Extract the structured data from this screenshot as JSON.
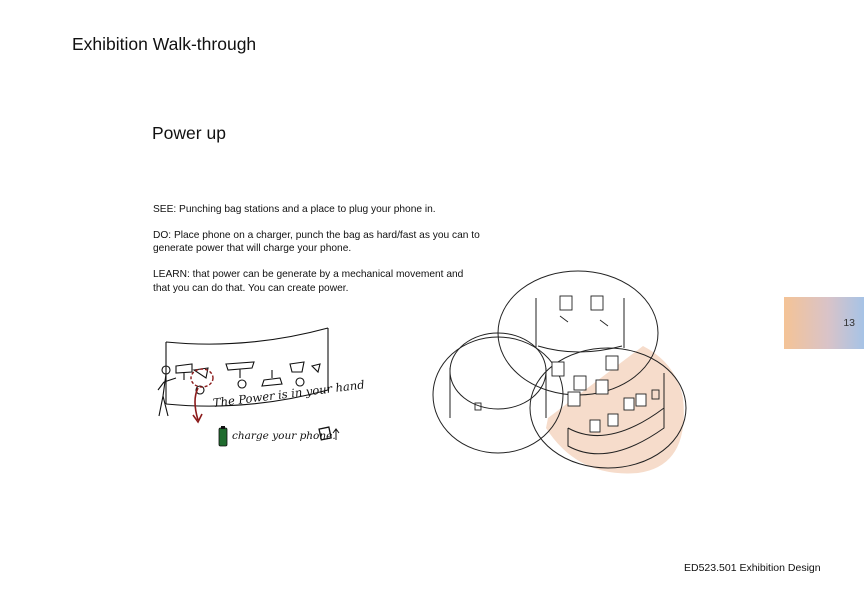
{
  "header": {
    "title": "Exhibition Walk-through"
  },
  "section": {
    "title": "Power up"
  },
  "content": {
    "see": "SEE: Punching bag stations and a place to plug your phone in.",
    "do": "DO: Place phone on a charger, punch the bag as hard/fast as you can to generate power that will charge your phone.",
    "learn": "LEARN: that power can be generate by a mechanical movement and that you can do that. You can create power."
  },
  "sketch": {
    "caption_power": "The Power is in your hand",
    "caption_charge": "charge your phone."
  },
  "page_tab": {
    "number": "13"
  },
  "footer": {
    "text": "ED523.501 Exhibition Design"
  },
  "colors": {
    "highlight_zone": "#f6dccb",
    "tab_left": "#f4c396",
    "tab_right": "#a6c3e6",
    "sketch_red": "#8b1a1a",
    "battery_green": "#1f6b2e"
  }
}
